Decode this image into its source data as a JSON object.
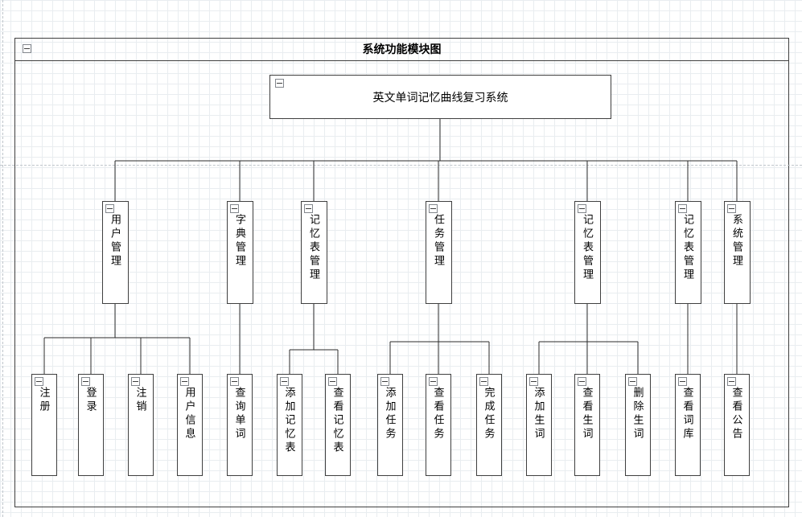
{
  "diagram": {
    "frame_title": "系统功能模块图",
    "root": {
      "label": "英文单词记忆曲线复习系统"
    },
    "modules": [
      {
        "label": "用户管理",
        "children": [
          {
            "label": "注册"
          },
          {
            "label": "登录"
          },
          {
            "label": "注销"
          },
          {
            "label": "用户信息"
          }
        ]
      },
      {
        "label": "字典管理",
        "children": [
          {
            "label": "查询单词"
          }
        ]
      },
      {
        "label": "记忆表管理",
        "children": [
          {
            "label": "添加记忆表"
          },
          {
            "label": "查看记忆表"
          }
        ]
      },
      {
        "label": "任务管理",
        "children": [
          {
            "label": "添加任务"
          },
          {
            "label": "查看任务"
          },
          {
            "label": "完成任务"
          }
        ]
      },
      {
        "label": "记忆表管理",
        "children": [
          {
            "label": "添加生词"
          },
          {
            "label": "查看生词"
          },
          {
            "label": "删除生词"
          }
        ]
      },
      {
        "label": "记忆表管理",
        "children": [
          {
            "label": "查看词库"
          }
        ]
      },
      {
        "label": "系统管理",
        "children": [
          {
            "label": "查看公告"
          }
        ]
      }
    ],
    "icons": {
      "collapse": "minus-box-icon"
    },
    "colors": {
      "line": "#2b2b2b",
      "border": "#3f3f3f",
      "grid": "#e9edf0",
      "box_fill": "#ffffff"
    }
  }
}
